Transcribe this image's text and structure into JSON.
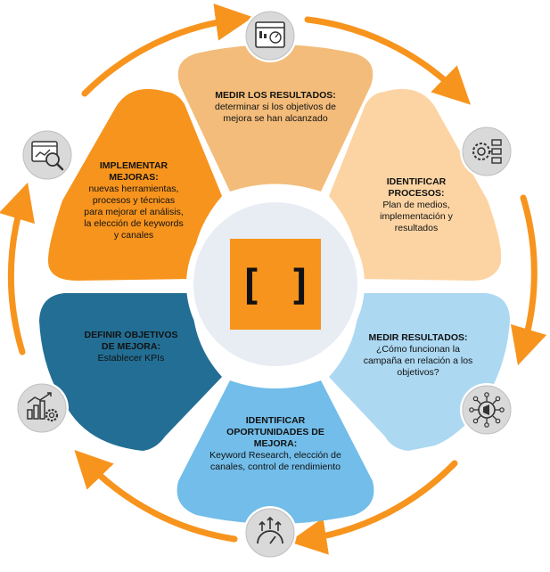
{
  "colors": {
    "arrow": "#f7941d",
    "center": "#e8ecf3",
    "logo": "#f7941d",
    "icon_circle": "#d9d9d9",
    "seg_measure_top": "#f3bc7a",
    "seg_identify": "#fcd4a3",
    "seg_measure_right": "#acd8f2",
    "seg_opportunities": "#72bde9",
    "seg_define": "#236e94",
    "seg_implement": "#f7941d"
  },
  "logo": {
    "text": "[ ]"
  },
  "segments": [
    {
      "id": "medir-resultados-top",
      "title": "MEDIR LOS RESULTADOS:",
      "body": "determinar si los objetivos de mejora se han alcanzado",
      "color": "#f3bc7a",
      "icon": "dashboard-icon"
    },
    {
      "id": "identificar-procesos",
      "title": "IDENTIFICAR PROCESOS:",
      "body": "Plan de medios, implementación y resultados",
      "color": "#fcd4a3",
      "icon": "process-gear-icon"
    },
    {
      "id": "medir-resultados-right",
      "title": "MEDIR RESULTADOS:",
      "body": "¿Cómo funcionan la campaña en relación a los objetivos?",
      "color": "#acd8f2",
      "icon": "megaphone-network-icon"
    },
    {
      "id": "identificar-oportunidades",
      "title": "IDENTIFICAR OPORTUNIDADES DE MEJORA:",
      "body": "Keyword Research, elección de canales, control de rendimiento",
      "color": "#72bde9",
      "icon": "speedometer-growth-icon"
    },
    {
      "id": "definir-objetivos",
      "title": "DEFINIR OBJETIVOS DE MEJORA:",
      "body": "Establecer KPIs",
      "color": "#236e94",
      "icon": "bar-chart-gear-icon"
    },
    {
      "id": "implementar-mejoras",
      "title": "IMPLEMENTAR MEJORAS:",
      "body": "nuevas herramientas, procesos y técnicas para mejorar el análisis, la elección de keywords y canales",
      "color": "#f7941d",
      "icon": "analytics-magnifier-icon"
    }
  ]
}
